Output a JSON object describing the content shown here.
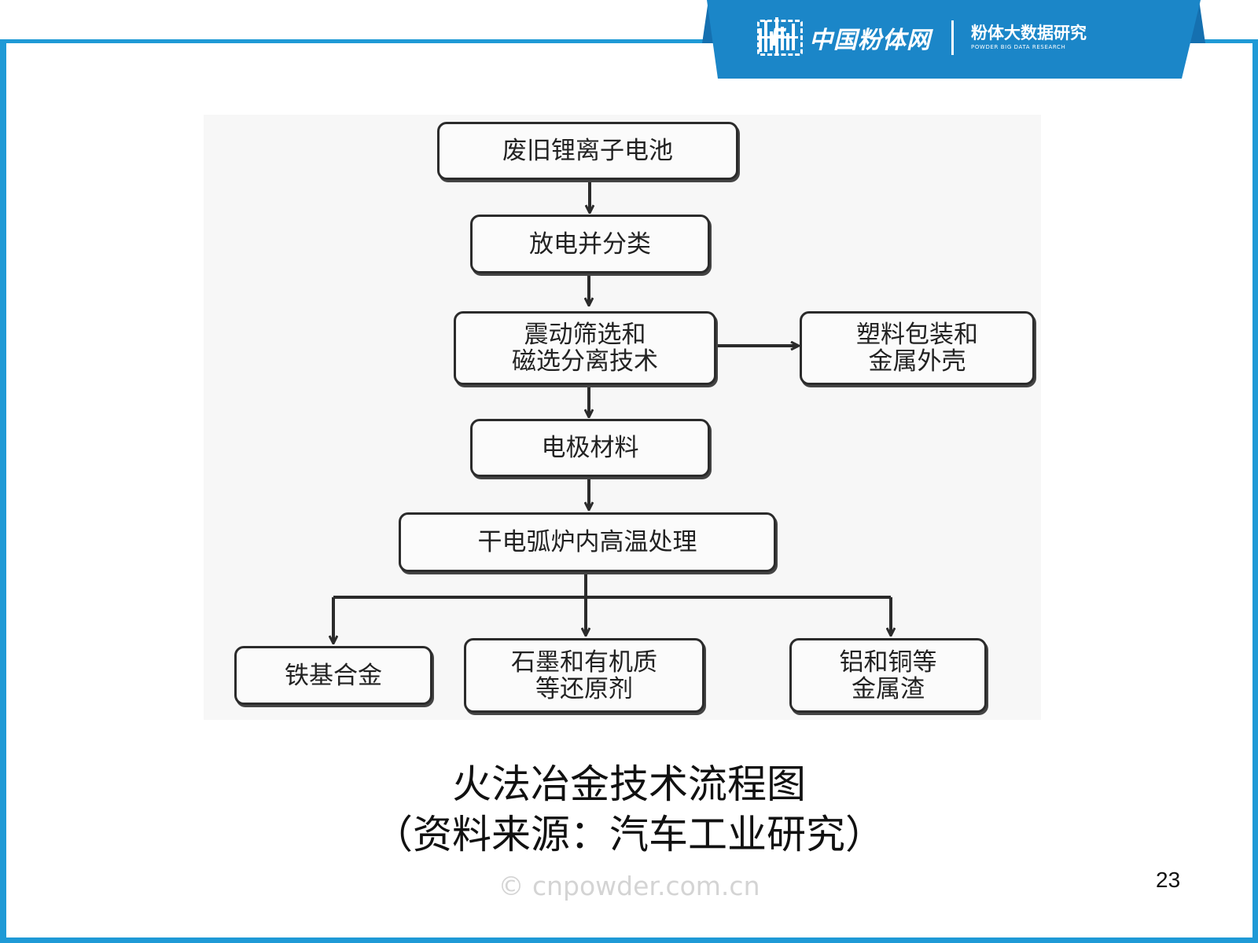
{
  "header": {
    "logo_mark": "F",
    "brand_name": "中国粉体网",
    "research_name": "粉体大数据研究",
    "research_subtitle": "POWDER BIG DATA RESEARCH",
    "colors": {
      "banner": "#1b86c8",
      "frame": "#1f9ad6"
    }
  },
  "flowchart": {
    "nodes": {
      "waste_battery": "废旧锂离子电池",
      "discharge_sort": "放电并分类",
      "screening": [
        "震动筛选和",
        "磁选分离技术"
      ],
      "plastic_shell": [
        "塑料包装和",
        "金属外壳"
      ],
      "electrode": "电极材料",
      "arc_furnace": "干电弧炉内高温处理",
      "iron_alloy": "铁基合金",
      "graphite": [
        "石墨和有机质",
        "等还原剂"
      ],
      "al_cu_slag": [
        "铝和铜等",
        "金属渣"
      ]
    },
    "edges": [
      [
        "waste_battery",
        "discharge_sort"
      ],
      [
        "discharge_sort",
        "screening"
      ],
      [
        "screening",
        "plastic_shell"
      ],
      [
        "screening",
        "electrode"
      ],
      [
        "electrode",
        "arc_furnace"
      ],
      [
        "arc_furnace",
        "iron_alloy"
      ],
      [
        "arc_furnace",
        "graphite"
      ],
      [
        "arc_furnace",
        "al_cu_slag"
      ]
    ]
  },
  "caption": {
    "title": "火法冶金技术流程图",
    "source": "（资料来源：汽车工业研究）"
  },
  "watermark": "© cnpowder.com.cn",
  "page_number": "23"
}
